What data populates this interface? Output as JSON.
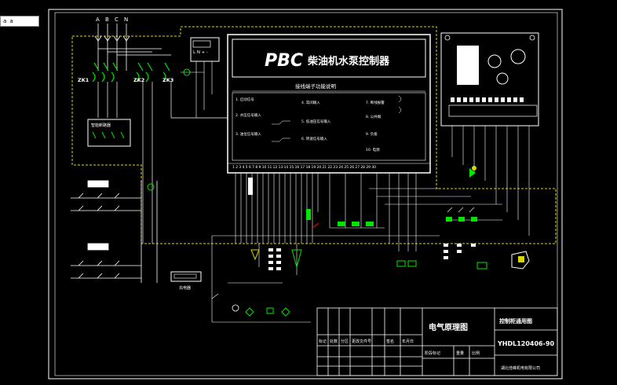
{
  "command_box": {
    "value": "a a"
  },
  "title_block": {
    "title": "电气原理图",
    "drawing_name": "控制柜通用图",
    "drawing_no": "YHDL120406-90",
    "company": "湖北佳峰机电有限公司",
    "row_labels": [
      "标记",
      "处数",
      "分区",
      "更改文件号",
      "签名",
      "年月日"
    ],
    "sub_labels": [
      "阶段标记",
      "重量",
      "比例"
    ]
  },
  "controller": {
    "brand": "PBC",
    "product": "柴油机水泵控制器",
    "section_title": "接线端子功能说明",
    "items": [
      "1. 启动信号",
      "2. 水压信号输入",
      "3. 油位信号输入",
      "4. 常闭输入",
      "5. 低油压信号输入",
      "6. 转速信号输入",
      "7. 断线报警",
      "8. 公共端",
      "9. 负极",
      "10. 电源"
    ],
    "terminal_numbers": "1 2 3 4 5 6 7 8 9 10 11 12 13 14 15 16 17 18 19 20 21 22 23 24 25 26 27 28 29 30"
  },
  "phase_labels": [
    "A",
    "B",
    "C",
    "N"
  ],
  "breaker_labels": [
    "ZK1",
    "ZK2",
    "ZK3"
  ],
  "sub_box_label": "智能断路器",
  "lower_box_label": "充电器",
  "terminal_strip_label": "L N + -"
}
